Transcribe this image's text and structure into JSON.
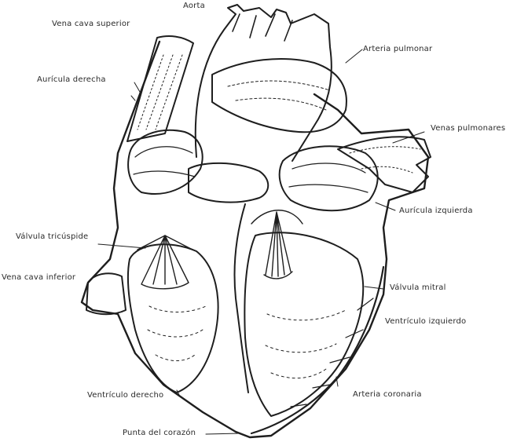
{
  "diagram": {
    "ink_color": "#1e1e1e",
    "labels": {
      "aorta": "Aorta",
      "vena_cava_superior": "Vena cava superior",
      "arteria_pulmonar": "Arteria pulmonar",
      "auricula_derecha": "Aurícula derecha",
      "venas_pulmonares": "Venas pulmonares",
      "auricula_izquierda": "Aurícula izquierda",
      "valvula_tricuspide": "Válvula tricúspide",
      "vena_cava_inferior": "Vena cava inferior",
      "valvula_mitral": "Válvula mitral",
      "ventriculo_izquierdo": "Ventrículo izquierdo",
      "ventriculo_derecho": "Ventrículo derecho",
      "arteria_coronaria": "Arteria coronaria",
      "punta_del_corazon": "Punta del corazón"
    }
  }
}
